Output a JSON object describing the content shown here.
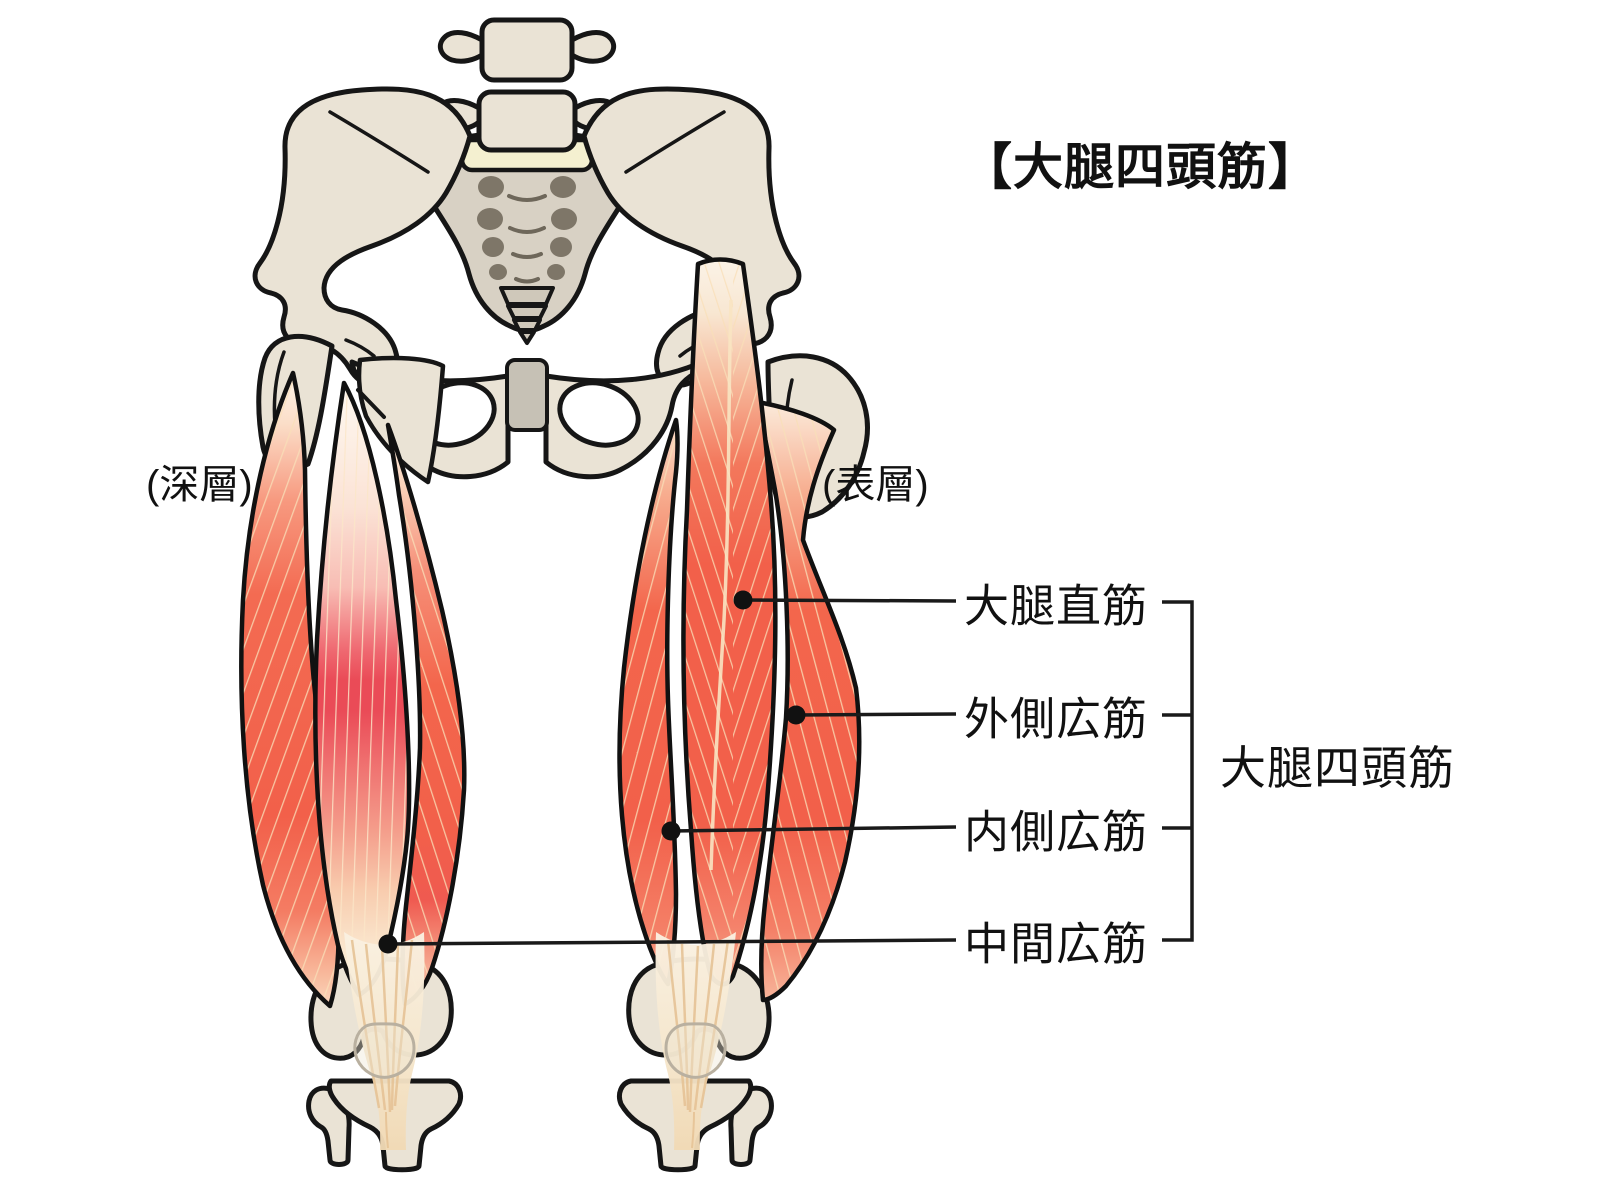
{
  "title": "【大腿四頭筋】",
  "layer_labels": {
    "deep": "(深層)",
    "superficial": "(表層)"
  },
  "muscle_labels": [
    {
      "label": "大腿直筋"
    },
    {
      "label": "外側広筋"
    },
    {
      "label": "内側広筋"
    },
    {
      "label": "中間広筋"
    }
  ],
  "group_label": "大腿四頭筋",
  "colors": {
    "muscle_red": "#F2604A",
    "muscle_deep_red": "#E94B57",
    "fiber_cream": "#F9DFB8",
    "tendon_cream": "#F6E8CF",
    "bone": "#EAE3D5",
    "sacrum": "#D8D1C4",
    "outline": "#161616",
    "background": "#FFFFFF"
  }
}
